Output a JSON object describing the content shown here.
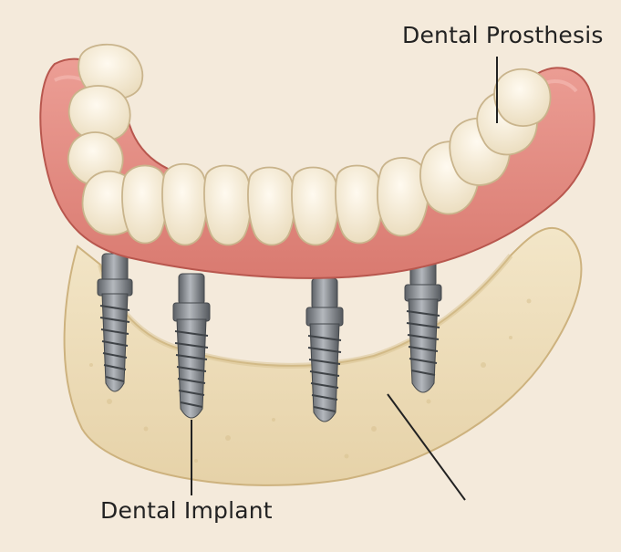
{
  "labels": {
    "prosthesis": "Dental Prosthesis",
    "implant": "Dental Implant"
  },
  "colors": {
    "background": "#f4eadb",
    "gum": "#e48f86",
    "gum_shadow": "#c96b62",
    "tooth": "#f6ecd5",
    "tooth_shadow": "#d9c7a3",
    "bone": "#efdfbd",
    "bone_shadow": "#d8c190",
    "implant_metal": "#8e9297",
    "implant_dark": "#55595e",
    "leader_line": "#222222"
  },
  "implants_count": 4
}
